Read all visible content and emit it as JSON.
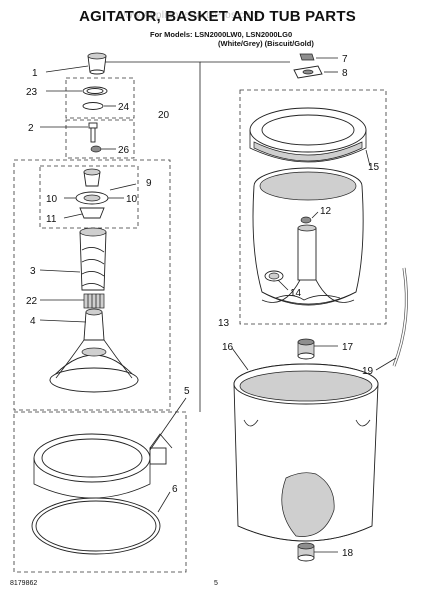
{
  "header": {
    "title": "AGITATOR, BASKET AND TUB PARTS",
    "models_line": "For Models: LSN2000LW0, LSN2000LG0",
    "colors_line": "(White/Grey)   (Biscuit/Gold)",
    "watermark": "www.AppliancePartsPros.com"
  },
  "footer": {
    "doc_number": "8179862",
    "page_number": "5"
  },
  "callouts": {
    "c1": "1",
    "c23": "23",
    "c24": "24",
    "c2": "2",
    "c26": "26",
    "c20": "20",
    "c9": "9",
    "c10a": "10",
    "c10b": "10",
    "c11": "11",
    "c3": "3",
    "c22": "22",
    "c4": "4",
    "c5": "5",
    "c6": "6",
    "c7": "7",
    "c8": "8",
    "c15": "15",
    "c12": "12",
    "c14": "14",
    "c13": "13",
    "c16": "16",
    "c17": "17",
    "c19": "19",
    "c18": "18"
  },
  "parts": {
    "agitator_cap": "agitator-cap",
    "basket": "basket",
    "outer_tub": "outer-tub",
    "balance_ring": "balance-ring"
  }
}
